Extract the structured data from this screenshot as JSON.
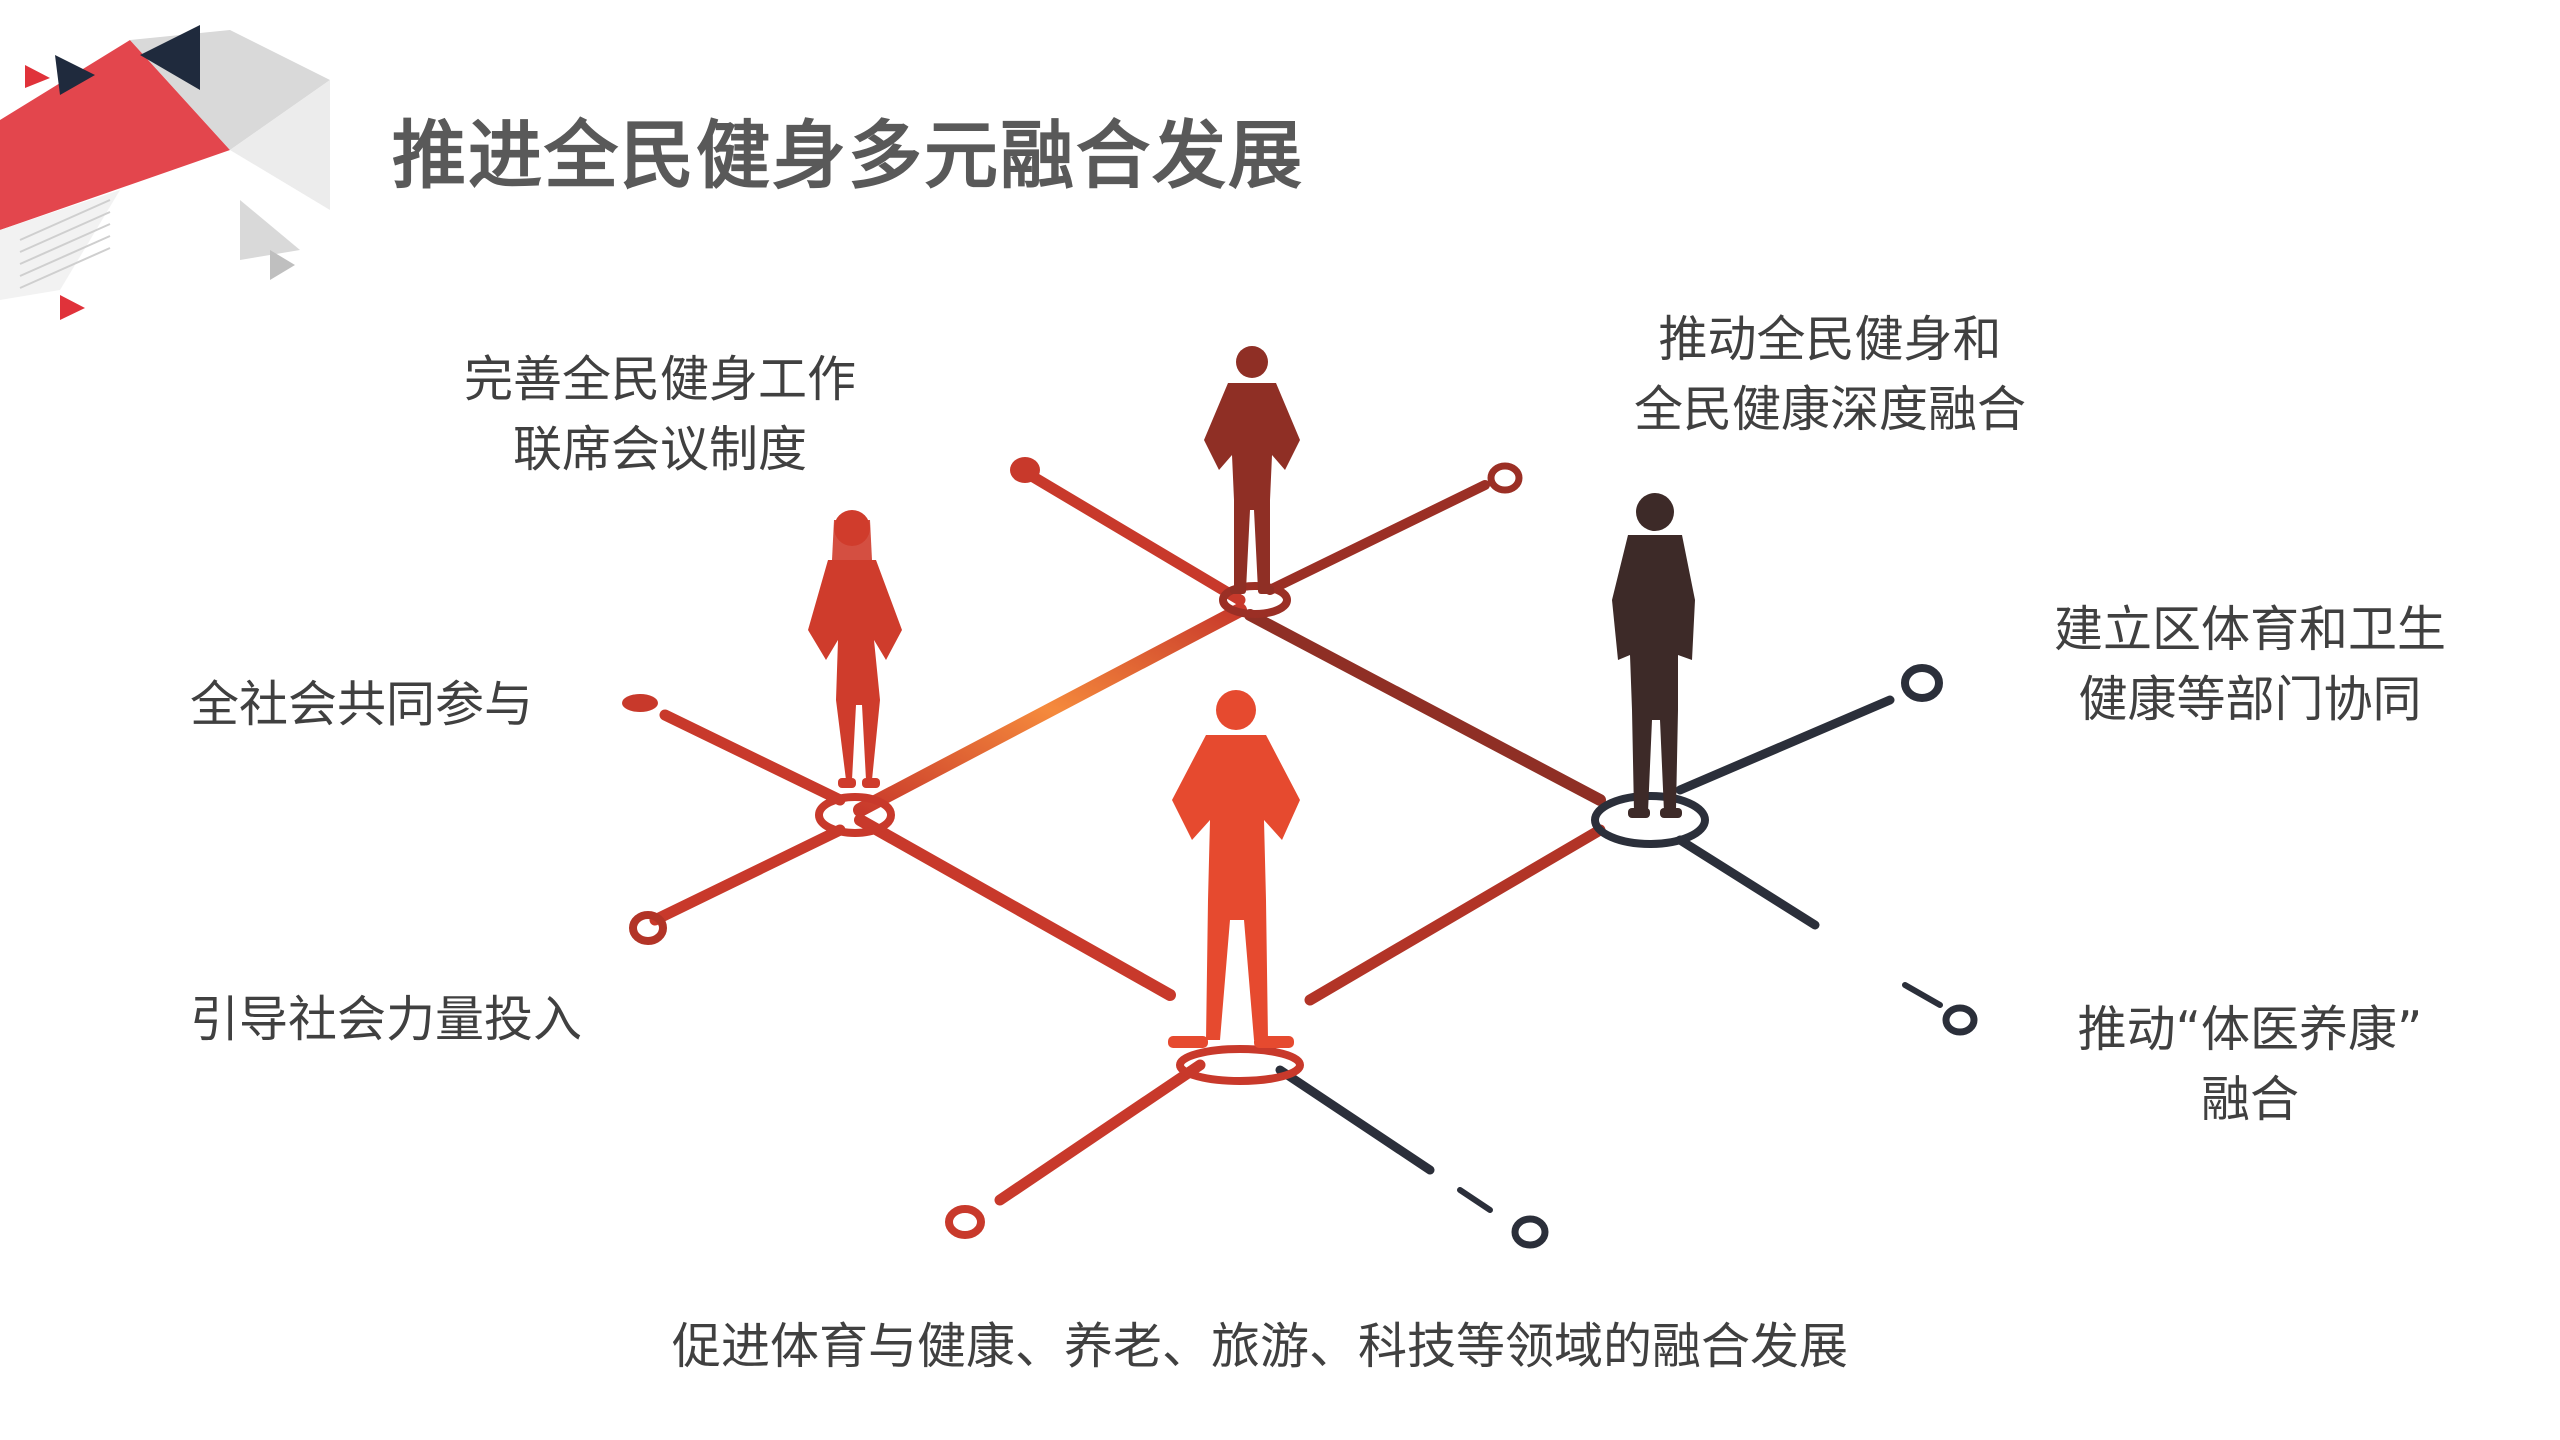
{
  "title": "推进全民健身多元融合发展",
  "labels": {
    "top_left": [
      "完善全民健身工作",
      "联席会议制度"
    ],
    "top_right": [
      "推动全民健身和",
      "全民健康深度融合"
    ],
    "left_upper": [
      "全社会共同参与"
    ],
    "left_lower": [
      "引导社会力量投入"
    ],
    "right_upper": [
      "建立区体育和卫生",
      "健康等部门协同"
    ],
    "right_lower": [
      "推动“体医养康”",
      "融合"
    ],
    "bottom": [
      "促进体育与健康、养老、旅游、科技等领域的融合发展"
    ]
  },
  "colors": {
    "title": "#595959",
    "label_text": "#404040",
    "line_red": "#c8392b",
    "line_orange": "#f26a3d",
    "line_dark": "#2b2f3a",
    "deco_red": "#e0323a",
    "deco_navy": "#1f2a3d",
    "deco_gray": "#d9d9d9"
  }
}
